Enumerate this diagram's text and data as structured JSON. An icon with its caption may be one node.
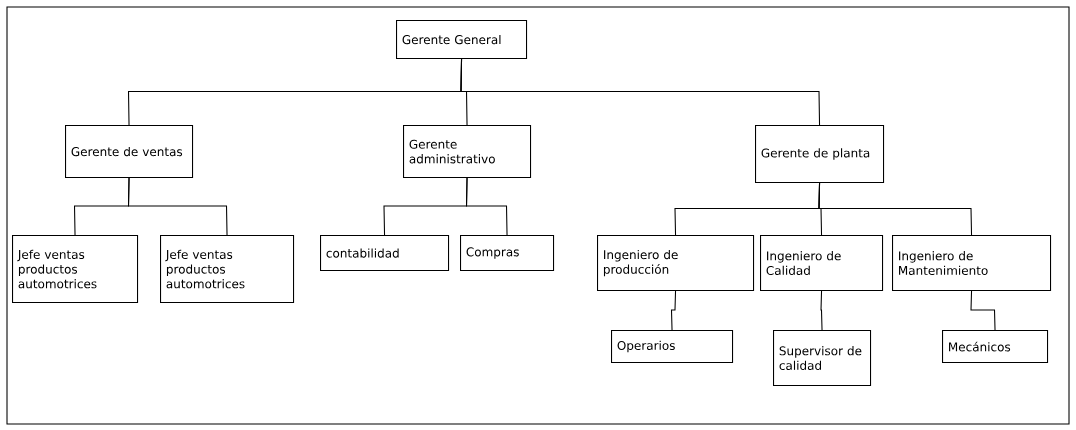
{
  "diagram": {
    "nodes": [
      {
        "text": [
          "Gerente General"
        ]
      },
      {
        "text": [
          "Gerente de ventas"
        ]
      },
      {
        "text": [
          "Gerente administrativo"
        ]
      },
      {
        "text": [
          "Gerente de planta"
        ]
      },
      {
        "text": [
          "Jefe ventas productos automotrices"
        ]
      },
      {
        "text": [
          "Jefe ventas productos automotrices"
        ]
      },
      {
        "text": [
          "contabilidad"
        ]
      },
      {
        "text": [
          "Compras"
        ]
      },
      {
        "text": [
          "Ingeniero de producción"
        ]
      },
      {
        "text": [
          "Ingeniero de Calidad"
        ]
      },
      {
        "text": [
          "Ingeniero de Mantenimiento"
        ]
      },
      {
        "text": [
          "Operarios"
        ]
      },
      {
        "text": [
          "Supervisor de calidad"
        ]
      },
      {
        "text": [
          "Mecánicos"
        ]
      }
    ],
    "edges": [
      {
        "from": 0,
        "to": 1,
        "arrow": "none"
      },
      {
        "from": 0,
        "to": 2,
        "arrow": "none"
      },
      {
        "from": 0,
        "to": 3,
        "arrow": "none"
      },
      {
        "from": 1,
        "to": 4,
        "arrow": "none"
      },
      {
        "from": 1,
        "to": 5,
        "arrow": "none"
      },
      {
        "from": 2,
        "to": 6,
        "arrow": "none"
      },
      {
        "from": 2,
        "to": 7,
        "arrow": "none"
      },
      {
        "from": 3,
        "to": 8,
        "arrow": "none"
      },
      {
        "from": 3,
        "to": 9,
        "arrow": "none"
      },
      {
        "from": 3,
        "to": 10,
        "arrow": "none"
      },
      {
        "from": 8,
        "to": 11,
        "arrow": "none"
      },
      {
        "from": 9,
        "to": 12,
        "arrow": "none"
      },
      {
        "from": 10,
        "to": 13,
        "arrow": "none"
      }
    ]
  }
}
